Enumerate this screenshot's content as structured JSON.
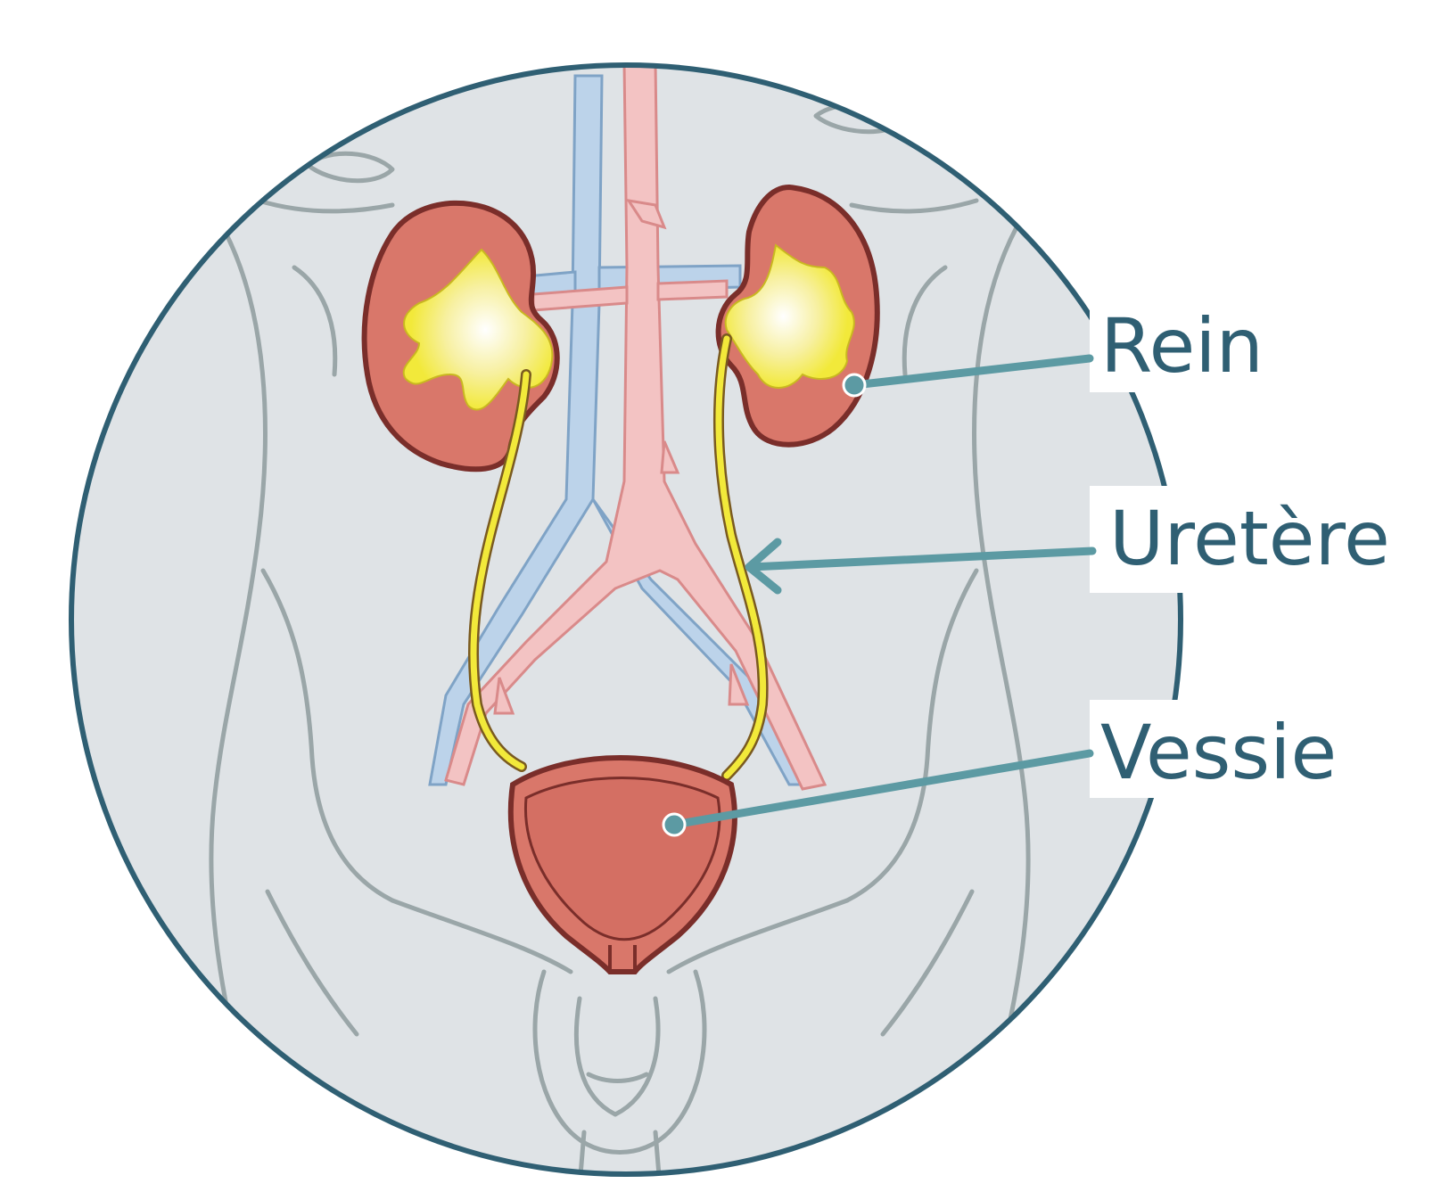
{
  "labels": {
    "rein": "Rein",
    "uretere": "Uretère",
    "vessie": "Vessie"
  },
  "colors": {
    "frame": "#2f5f73",
    "leader": "#5c9aa3",
    "label_text": "#2f5f73",
    "body_fill": "#dfe3e6",
    "body_outline": "#9aa6a8",
    "organ": "#d9776a",
    "organ_outline": "#7a2e2a",
    "urine": "#f2e93a",
    "vein": "#bcd3ea",
    "artery": "#f3c3c3"
  },
  "icons": {
    "leader_dot": "circle-dot-icon",
    "leader_arrow": "arrow-left-icon"
  }
}
